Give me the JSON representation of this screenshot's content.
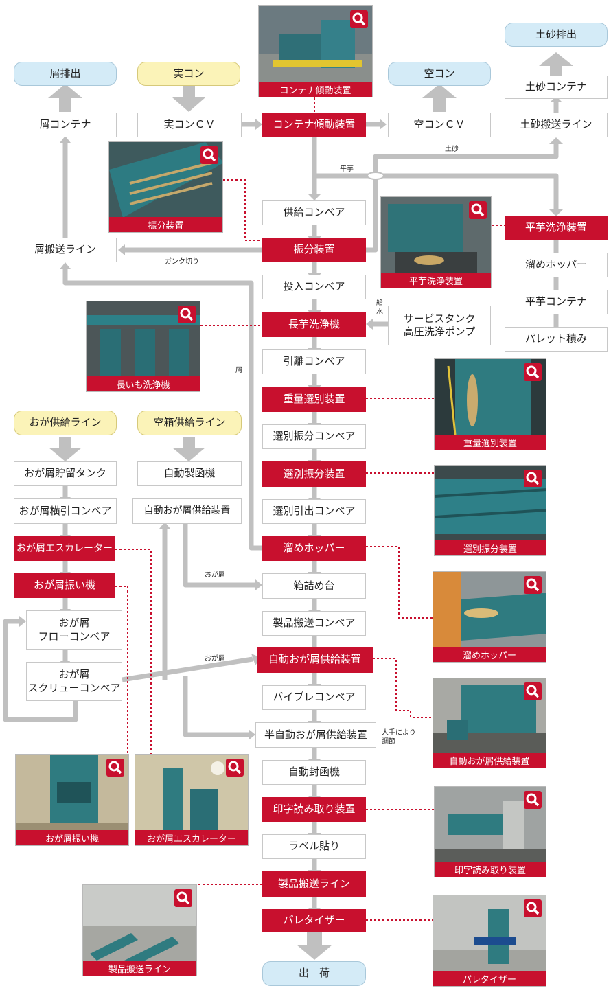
{
  "nodes": {
    "kuzu_haishutsu": "屑排出",
    "jitsu_con": "実コン",
    "kara_con": "空コン",
    "dosha_haishutsu": "土砂排出",
    "kuzu_container": "屑コンテナ",
    "jitsu_con_cv": "実コンＣＶ",
    "container_keido": "コンテナ傾動装置",
    "kara_con_cv": "空コンＣＶ",
    "dosha_container": "土砂コンテナ",
    "dosha_hanso": "土砂搬送ライン",
    "kyokyu_conveyor": "供給コンベア",
    "shinbun": "振分装置",
    "kuzu_hanso": "屑搬送ライン",
    "hiraimo_senjo": "平芋洗浄装置",
    "tame_hopper_r": "溜めホッパー",
    "hiraimo_container": "平芋コンテナ",
    "pallet": "パレット積み",
    "tonyu_conveyor": "投入コンベア",
    "nagaimo_senjo": "長芋洗浄機",
    "service_tank_1": "サービスタンク",
    "service_tank_2": "高圧洗浄ポンプ",
    "hikihanashi": "引離コンベア",
    "juryo": "重量選別装置",
    "senbetsu_shinbun_cv": "選別振分コンベア",
    "senbetsu_shinbun": "選別振分装置",
    "senbetsu_hikidashi": "選別引出コンベア",
    "tame_hopper": "溜めホッパー",
    "hakozume": "箱詰め台",
    "seihin_conveyor": "製品搬送コンベア",
    "auto_ogakuzu": "自動おが屑供給装置",
    "vibrate": "バイブレコンベア",
    "semi_auto": "半自動おが屑供給装置",
    "auto_fukan": "自動封函機",
    "inji": "印字読み取り装置",
    "label": "ラベル貼り",
    "seihin_line": "製品搬送ライン",
    "palletizer": "パレタイザー",
    "shukka": "出　荷",
    "oga_line": "おが供給ライン",
    "karabako_line": "空箱供給ライン",
    "oga_tank": "おが屑貯留タンク",
    "oga_yokobiki": "おが屑横引コンベア",
    "oga_escalator": "おが屑エスカレーター",
    "oga_furui": "おが屑振い機",
    "oga_flow_1": "おが屑",
    "oga_flow_2": "フローコンベア",
    "oga_screw_1": "おが屑",
    "oga_screw_2": "スクリューコンベア",
    "auto_seikan": "自動製函機",
    "auto_oga_kyokyu": "自動おが屑供給装置"
  },
  "labels": {
    "dosha": "土砂",
    "hiraimo": "平芋",
    "gank": "ガンク切り",
    "kyusui_1": "給",
    "kyusui_2": "水",
    "kuzu": "屑",
    "ogakuzu_1": "おが屑",
    "ogakuzu_2": "おが屑",
    "tede_1": "人手により",
    "tede_2": "調節"
  },
  "photos": {
    "container_keido": "コンテナ傾動装置",
    "shinbun": "振分装置",
    "hiraimo_senjo": "平芋洗浄装置",
    "nagaimo_senjo": "長いも洗浄機",
    "juryo": "重量選別装置",
    "senbetsu_shinbun": "選別振分装置",
    "tame_hopper": "溜めホッパー",
    "auto_ogakuzu": "自動おが屑供給装置",
    "oga_furui": "おが屑振い機",
    "oga_escalator": "おが屑エスカレーター",
    "inji": "印字読み取り装置",
    "seihin_line": "製品搬送ライン",
    "palletizer": "パレタイザー"
  },
  "colors": {
    "accent": "#c8102e",
    "arrow": "#c0c0c0",
    "terminal_blue": "#d4ebf7",
    "terminal_yellow": "#fbf3b8"
  },
  "icons": {
    "zoom": "magnifier-icon"
  }
}
